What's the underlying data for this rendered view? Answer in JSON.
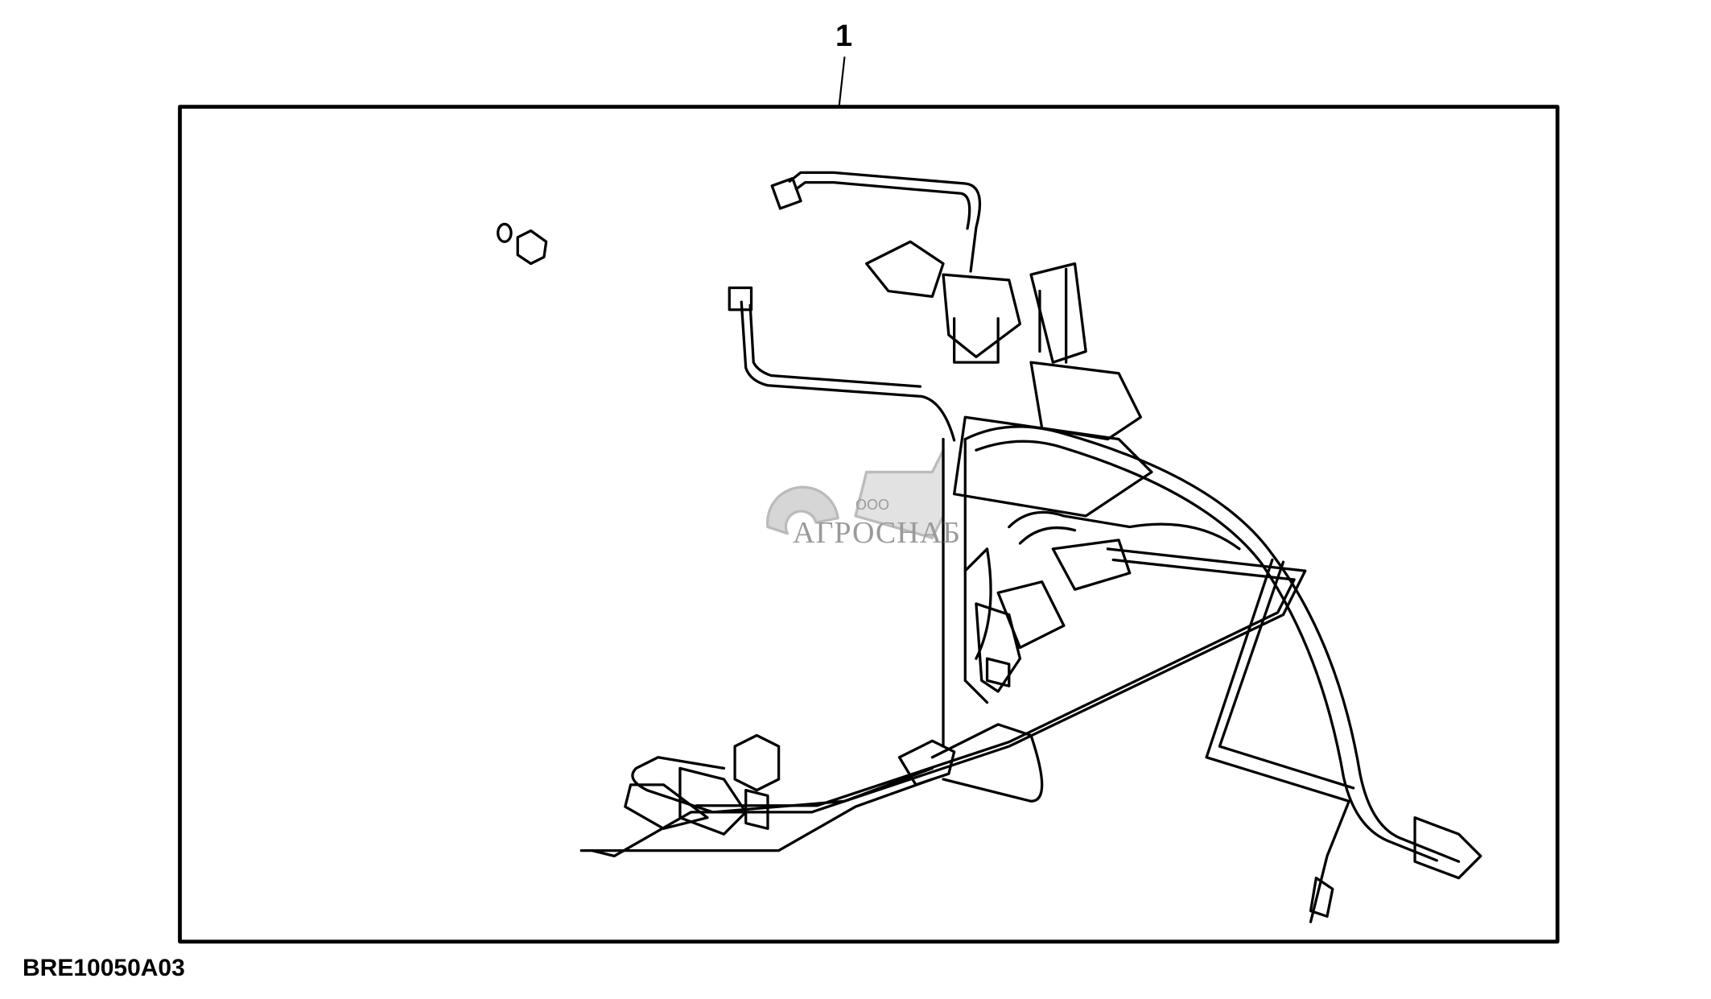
{
  "diagram": {
    "callout_number": "1",
    "figure_id": "BRE10050A03",
    "watermark": {
      "prefix": "ООО",
      "name": "АГРОСНАБ"
    }
  }
}
